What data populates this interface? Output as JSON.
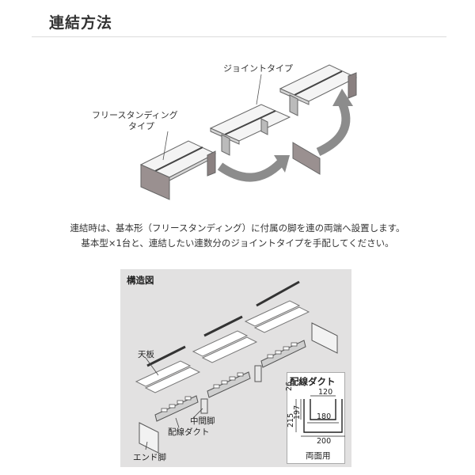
{
  "section": {
    "title": "連結方法"
  },
  "illustration": {
    "label_freestanding_1": "フリースタンディング",
    "label_freestanding_2": "タイプ",
    "label_joint": "ジョイントタイプ"
  },
  "description": {
    "line1": "連結時は、基本形（フリースタンディング）に付属の脚を連の両端へ設置します。",
    "line2": "基本型×1台と、連結したい連数分のジョイントタイプを手配してください。"
  },
  "structure": {
    "title": "構造図",
    "label_top": "天板",
    "label_middle_leg": "中間脚",
    "label_duct": "配線ダクト",
    "label_end_leg": "エンド脚"
  },
  "duct_detail": {
    "title": "配線ダクト",
    "dims": {
      "top_width": "120",
      "inner_width": "180",
      "bottom_width": "200",
      "h1": "26",
      "h2": "197",
      "h3": "215"
    },
    "caption": "両面用"
  },
  "colors": {
    "arrow": "#8c8c8c",
    "panel": "#e2e1e1"
  }
}
